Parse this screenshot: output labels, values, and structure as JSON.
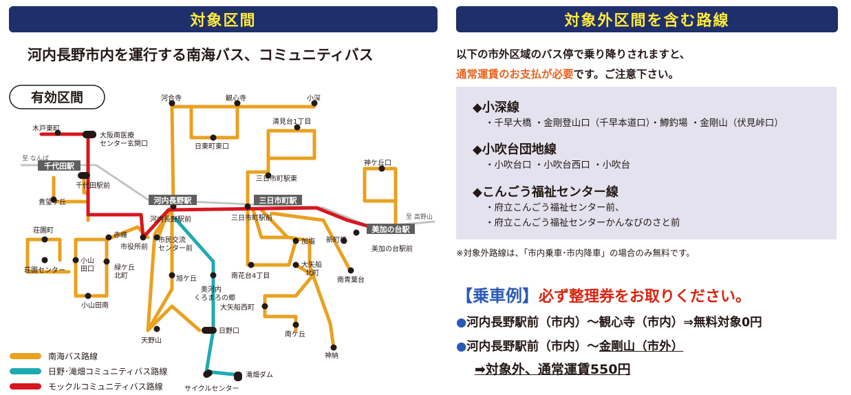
{
  "left": {
    "banner": "対象区間",
    "subtitle": "河内長野市内を運行する南海バス、コミュニティバス",
    "valid_label": "有効区間"
  },
  "map": {
    "stations": {
      "kawachinagano": "河内長野駅",
      "mikkaichi": "三日市町駅",
      "chiyoda": "千代田駅",
      "mikanodai": "美加の台駅"
    },
    "edge_labels": {
      "namba": "至 なんば",
      "koyasan": "至 高野山"
    },
    "stops": {
      "kidohigashi": "木戸東町",
      "osaka_south_med": "大阪南医療\nセンター玄関口",
      "chiyoda_mae": "千代田駅前",
      "kibogaoka": "貴望ケ丘",
      "shouen": "荘園町",
      "shouen_center": "荘園センター",
      "koyamada": "小山\n田口",
      "koyamada_minami": "小山田南",
      "akamine": "赤峰",
      "shiyakusho": "市役所前",
      "shimin_koryu": "市民交流\nセンター前",
      "midorigaoka": "緑ケ丘\n北町",
      "kawachinagano_mae": "河内長野駅前",
      "kawaidera": "河合寺",
      "kanshinji": "観心寺",
      "kobuka": "小深",
      "hihigashi": "日東町東口",
      "kiyomidai": "清見台1丁目",
      "mikkaichi_higashi": "三日市町駅東",
      "mikkaichi_mae": "三日市町駅前",
      "kamigaoka": "神ケ丘口",
      "mikanodai_mae": "美加の台駅前",
      "shinmachibashi": "新町橋",
      "kabe": "加塩",
      "nankadai": "南花台4丁目",
      "oyabune_kita": "大矢船\n北町",
      "minami_aoba": "南青葉台",
      "asahigaoka": "旭ケ丘",
      "okukawachi": "奥河内\nくろまろの郷",
      "oyabune_nishi": "大矢船西町",
      "minamigaoka": "南ケ丘",
      "konoyama": "神納",
      "hinoguchi": "日野口",
      "amanosan": "天野山",
      "takihata": "滝畑ダム",
      "cycle": "サイクルセンター"
    }
  },
  "legend": [
    {
      "label": "南海バス路線",
      "color": "#e9a11f"
    },
    {
      "label": "日野･滝畑コミュニティバス路線",
      "color": "#1fa9b3"
    },
    {
      "label": "モックルコミュニティバス路線",
      "color": "#d6171f"
    }
  ],
  "right": {
    "banner": "対象外区間を含む路線",
    "intro1": "以下の市外区域のバス停で乗り降りされますと、",
    "intro2_orange": "通常運賃のお支払が必要",
    "intro2_rest": "です。ご注意下さい。",
    "routes": [
      {
        "title": "◆小深線",
        "stops": "・千早大橋 ・金剛登山口（千早本道口）・鱒釣場 ・金剛山（伏見峠口）"
      },
      {
        "title": "◆小吹台団地線",
        "stops": "・小吹台口 ・小吹台西口 ・小吹台"
      },
      {
        "title": "◆こんごう福祉センター線",
        "stops": "・府立こんごう福祉センター前、",
        "stops2": "・府立こんごう福祉センターかんなびのさと前"
      }
    ],
    "note": "※対象外路線は、「市内乗車･市内降車」の場合のみ無料です。",
    "example_bracket": "【乗車例】",
    "example_warn": "必ず整理券をお取りください。",
    "ex1_dot": "●",
    "ex1": "河内長野駅前（市内）～観心寺（市内）⇒無料対象0円",
    "ex2_dot": "●",
    "ex2_a": "河内長野駅前（市内）～",
    "ex2_b": "金剛山（市外）",
    "ex2_result": "➡対象外、通常運賃550円"
  }
}
